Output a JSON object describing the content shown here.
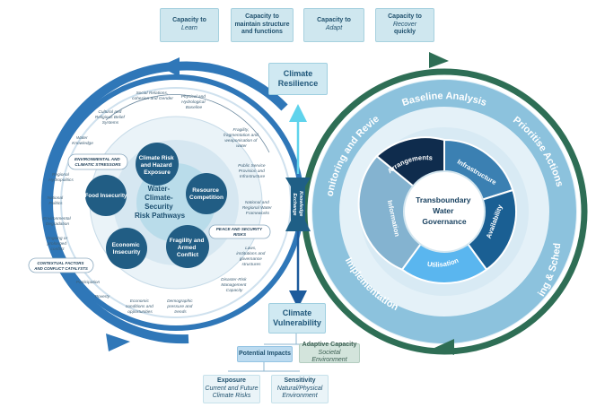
{
  "capacities": [
    {
      "line1": "Capacity to",
      "line2": "Learn"
    },
    {
      "line1": "Capacity to",
      "line2": "maintain structure",
      "line3": "and functions"
    },
    {
      "line1": "Capacity to",
      "line2": "Adapt"
    },
    {
      "line1": "Capacity to",
      "line2": "Recover",
      "line3": "quickly"
    }
  ],
  "resilience": {
    "line1": "Climate",
    "line2": "Resilience"
  },
  "vulnerability": {
    "line1": "Climate",
    "line2": "Vulnerability"
  },
  "potential_impacts": "Potential Impacts",
  "adaptive_capacity": {
    "title": "Adaptive Capacity",
    "sub": "Societal Environment"
  },
  "exposure": {
    "title": "Exposure",
    "sub1": "Current and Future",
    "sub2": "Climate Risks"
  },
  "sensitivity": {
    "title": "Sensitivity",
    "sub1": "Natural/Physical",
    "sub2": "Environment"
  },
  "knowledge": {
    "line1": "Knowledge",
    "line2": "Exchange"
  },
  "left": {
    "center": {
      "line1": "Water-",
      "line2": "Climate-",
      "line3": "Security",
      "line4": "Risk Pathways"
    },
    "nodes": {
      "climate_risk": {
        "line1": "Climate Risk",
        "line2": "and Hazard",
        "line3": "Exposure"
      },
      "resource": {
        "line1": "Resource",
        "line2": "Competition"
      },
      "fragility_conflict": {
        "line1": "Fragility and",
        "line2": "Armed",
        "line3": "Conflict"
      },
      "economic": {
        "line1": "Economic",
        "line2": "Insecurity"
      },
      "food": "Food Insecurity"
    },
    "tags": {
      "environmental": {
        "line1": "ENVIRONMENTAL AND",
        "line2": "CLIMATIC STRESSORS"
      },
      "peace": {
        "line1": "PEACE AND SECURITY",
        "line2": "RISKS"
      },
      "contextual": {
        "line1": "CONTEXTUAL FACTORS",
        "line2": "AND CONFLICT CATALYSTS"
      }
    },
    "factors": {
      "social": {
        "line1": "Social Relations,",
        "line2": "cohesion and Gender"
      },
      "physical": {
        "line1": "Physical and",
        "line2": "Hydrological",
        "line3": "Baseline"
      },
      "cultural": {
        "line1": "Cultural and",
        "line2": "Religious Belief",
        "line3": "Systems"
      },
      "fragility": {
        "line1": "Fragility,",
        "line2": "fragmentation and",
        "line3": "weaponisation of",
        "line4": "water"
      },
      "water_knowledge": {
        "line1": "Water",
        "line2": "Knowledge"
      },
      "public": {
        "line1": "Public Service",
        "line2": "Provision and",
        "line3": "Infrastructure"
      },
      "regional_hydro": {
        "line1": "Regional",
        "line2": "Hydropolitics"
      },
      "national_politics": {
        "line1": "National",
        "line2": "Politics"
      },
      "national_frameworks": {
        "line1": "National and",
        "line2": "Regional Water",
        "line3": "Frameworks"
      },
      "env_degradation": {
        "line1": "Environmental",
        "line2": "Degradation"
      },
      "ongoing_conflict": {
        "line1": "Ongoing or",
        "line2": "prolonged",
        "line3": "conflict"
      },
      "laws": {
        "line1": "Laws,",
        "line2": "institutions and",
        "line3": "governance",
        "line4": "structures"
      },
      "participation": "Participation",
      "disaster": {
        "line1": "Disaster-Risk",
        "line2": "Management",
        "line3": "Capacity"
      },
      "poverty": "Poverty",
      "economic_conditions": {
        "line1": "Economic",
        "line2": "conditions and",
        "line3": "opportunities"
      },
      "demographic": {
        "line1": "Demographic",
        "line2": "pressure and",
        "line3": "trends"
      }
    }
  },
  "right": {
    "center": {
      "line1": "Transboundary",
      "line2": "Water",
      "line3": "Governance"
    },
    "inner": {
      "arrangements": "Arrangements",
      "infrastructure": "Infrastructure",
      "availability": "Availability",
      "utilisation": "Utilisation",
      "information": "Information"
    },
    "outer": {
      "baseline": "Baseline Analysis",
      "prioritise": "Prioritise Actions",
      "planning": "Planning & Scheduling",
      "implementation": "Implementation",
      "monitoring": "Monitoring and Review"
    }
  },
  "colors": {
    "left_arrow": "#2f77b8",
    "right_arrow": "#2e6e55",
    "navy_node": "#215d84",
    "light_blue": "#b9dcea"
  }
}
